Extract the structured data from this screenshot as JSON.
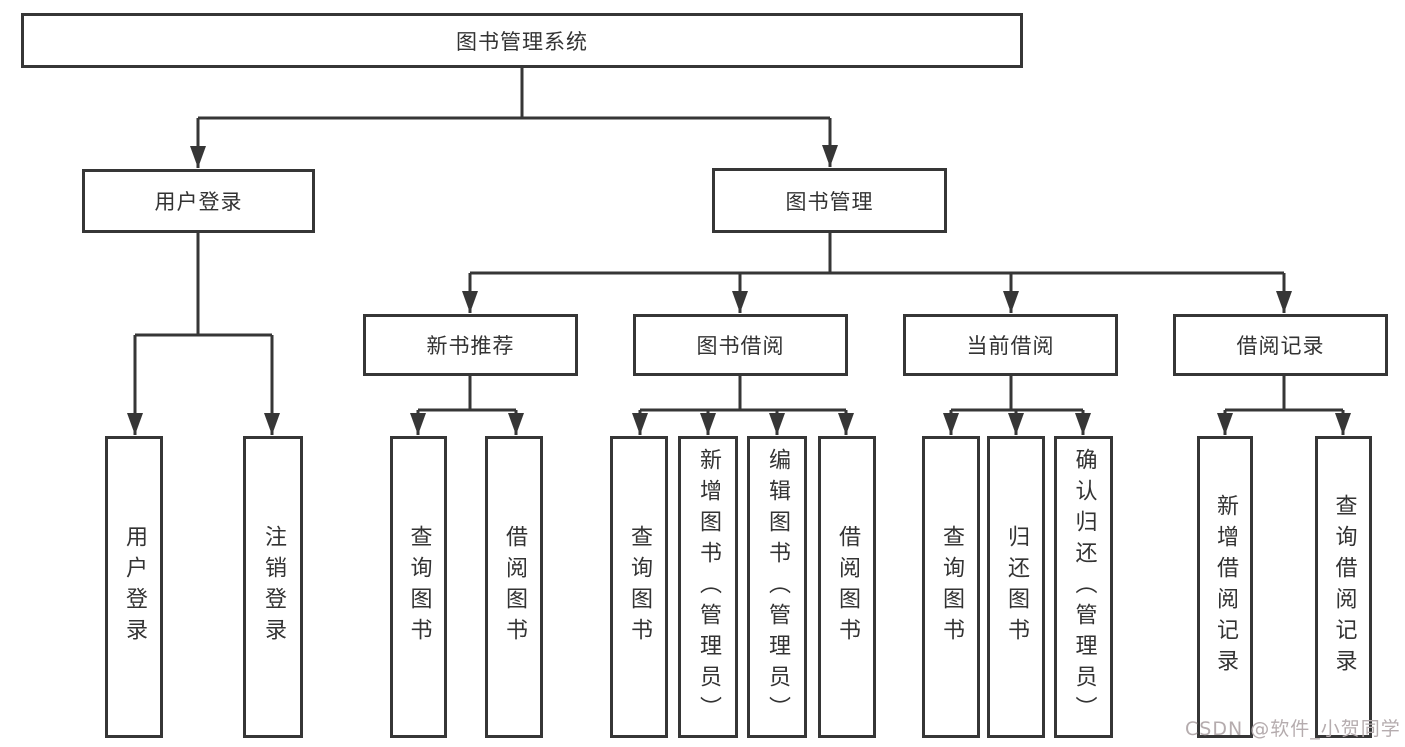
{
  "diagram": {
    "title": "图书管理系统",
    "root": {
      "label": "图书管理系统"
    },
    "level2": [
      {
        "label": "用户登录"
      },
      {
        "label": "图书管理"
      }
    ],
    "level3": [
      {
        "label": "新书推荐",
        "parent": "图书管理"
      },
      {
        "label": "图书借阅",
        "parent": "图书管理"
      },
      {
        "label": "当前借阅",
        "parent": "图书管理"
      },
      {
        "label": "借阅记录",
        "parent": "图书管理"
      }
    ],
    "leaves": [
      {
        "label": "用户登录",
        "parent": "用户登录"
      },
      {
        "label": "注销登录",
        "parent": "用户登录"
      },
      {
        "label": "查询图书",
        "parent": "新书推荐"
      },
      {
        "label": "借阅图书",
        "parent": "新书推荐"
      },
      {
        "label": "查询图书",
        "parent": "图书借阅"
      },
      {
        "label": "新增图书（管理员）",
        "parent": "图书借阅"
      },
      {
        "label": "编辑图书（管理员）",
        "parent": "图书借阅"
      },
      {
        "label": "借阅图书",
        "parent": "图书借阅"
      },
      {
        "label": "查询图书",
        "parent": "当前借阅"
      },
      {
        "label": "归还图书",
        "parent": "当前借阅"
      },
      {
        "label": "确认归还（管理员）",
        "parent": "当前借阅"
      },
      {
        "label": "新增借阅记录",
        "parent": "借阅记录"
      },
      {
        "label": "查询借阅记录",
        "parent": "借阅记录"
      }
    ],
    "watermark": "CSDN @软件_小贺同学",
    "colors": {
      "line": "#363636",
      "text": "#333333",
      "watermark": "#b5acae",
      "background": "#ffffff"
    }
  }
}
